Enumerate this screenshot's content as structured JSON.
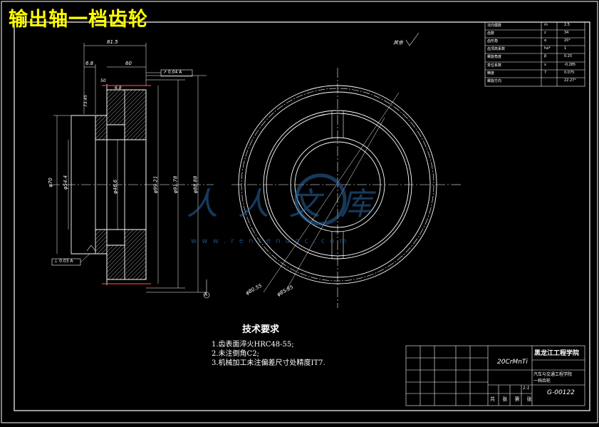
{
  "drawing": {
    "title": "输出轴一档齿轮",
    "view_label": "其余",
    "dim_total_width": "81.5",
    "dim_right_width": "60",
    "dim_small_left": "6.8",
    "dim_hub_1": "50",
    "dim_hub_2": "6.8",
    "dim_chamfer": "73.45",
    "dim_bore_left": "φ70",
    "dim_bore_left2": "φ54.4",
    "dim_bore_mid": "φ46.6",
    "dim_d1": "φ99.21",
    "dim_d2": "φ91.78",
    "dim_d3": "φ88.88",
    "dim_circle_a": "φ80.55",
    "dim_circle_b": "φ85.85",
    "tol_frame_top": "↗ 0.04 A",
    "tol_frame_bottom": "⊥ 0.03 A",
    "datum": "A",
    "watermark_url": "w w w . r e n r e n d o c . c o m",
    "watermark_logo": "人人文库"
  },
  "requirements": {
    "heading": "技术要求",
    "items": [
      "1.齿表面淬火HRC48-55;",
      "2.未注倒角C2;",
      "3.机械加工未注偏差尺寸处精度IT7."
    ]
  },
  "param_table": {
    "rows": [
      {
        "name": "法向模数",
        "sym": "m",
        "val": "2.5"
      },
      {
        "name": "齿数",
        "sym": "z",
        "val": "34"
      },
      {
        "name": "齿形角",
        "sym": "α",
        "val": "20°"
      },
      {
        "name": "齿顶高系数",
        "sym": "ha*",
        "val": "1"
      },
      {
        "name": "螺旋角度",
        "sym": "β",
        "val": "0.25"
      },
      {
        "name": "变位系数",
        "sym": "x",
        "val": "-0.285"
      },
      {
        "name": "精度",
        "sym": "7",
        "val": "0.075"
      },
      {
        "name": "螺旋方向",
        "sym": "",
        "val": "22.27°"
      }
    ]
  },
  "title_block": {
    "material": "20CrMnTi",
    "school": "黑龙江工程学院",
    "project": "汽车与交通工程学院",
    "part_name": "一档齿轮",
    "scale": "1:1",
    "drawing_no": "G-00122",
    "footer": "共 张 第 张"
  }
}
